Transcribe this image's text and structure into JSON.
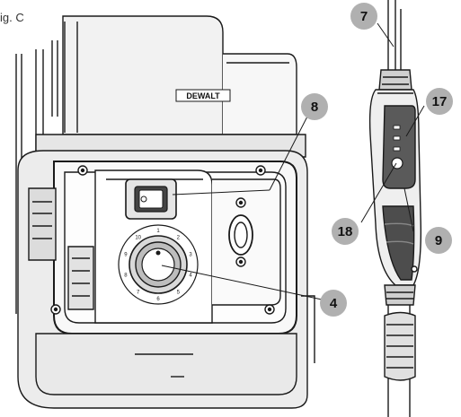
{
  "figure": {
    "label": "ig. C"
  },
  "brand": {
    "logo_text": "DEWALT"
  },
  "dial": {
    "numbers": [
      "1",
      "2",
      "3",
      "4",
      "5",
      "6",
      "7",
      "8",
      "9",
      "10"
    ]
  },
  "callouts": {
    "c7": "7",
    "c8": "8",
    "c17": "17",
    "c18": "18",
    "c9": "9",
    "c4": "4"
  },
  "colors": {
    "callout_fill": "#b0b0b0",
    "line": "#1a1a1a",
    "body_light": "#f4f4f4",
    "body_dark": "#555555"
  }
}
